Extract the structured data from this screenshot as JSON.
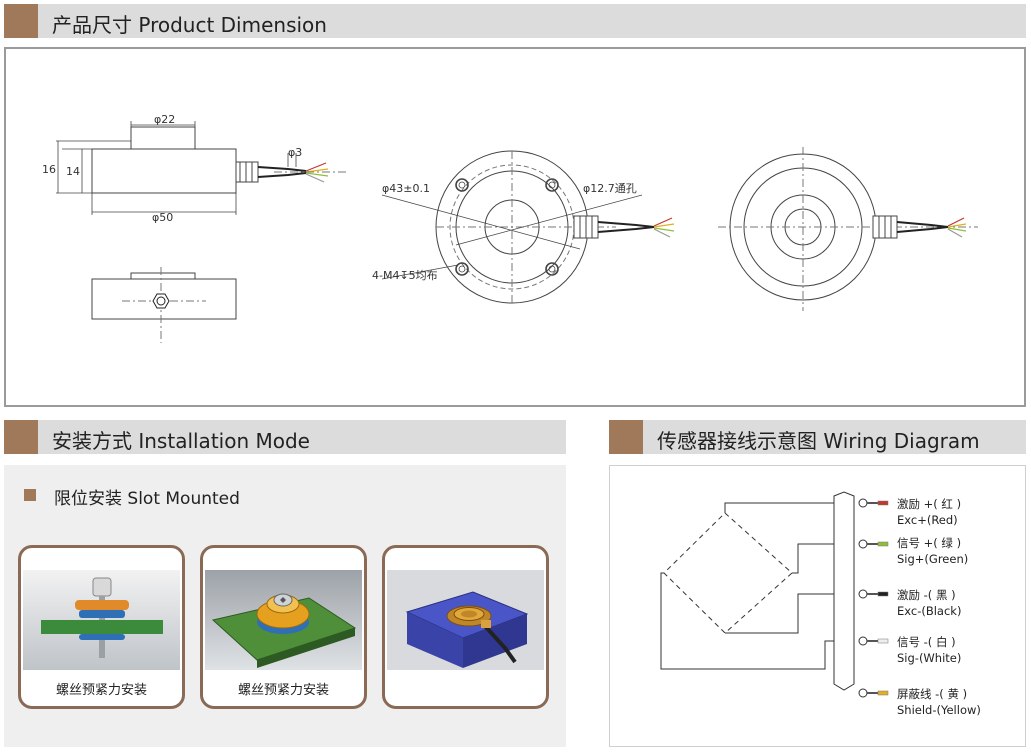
{
  "sections": {
    "dimension_title": "产品尺寸 Product Dimension",
    "install_title": "安装方式 Installation Mode",
    "wiring_title": "传感器接线示意图 Wiring Diagram"
  },
  "dimension": {
    "phi22": "φ22",
    "phi3": "φ3",
    "h16": "16",
    "h14": "14",
    "phi50": "φ50",
    "phi43": "φ43±0.1",
    "phi127": "φ12.7通孔",
    "m4": "4-M4↧5均布"
  },
  "install": {
    "subtitle": "限位安装 Slot Mounted",
    "cards": [
      {
        "caption": "螺丝预紧力安装"
      },
      {
        "caption": "螺丝预紧力安装"
      },
      {
        "caption": ""
      }
    ]
  },
  "wiring": {
    "wires": [
      {
        "cn": "激励 +( 红 )",
        "en": "Exc+(Red)",
        "color": "#c0392b"
      },
      {
        "cn": "信号 +( 绿 )",
        "en": "Sig+(Green)",
        "color": "#8fbf3a"
      },
      {
        "cn": "激励 -( 黑 )",
        "en": "Exc-(Black)",
        "color": "#222222"
      },
      {
        "cn": "信号 -( 白 )",
        "en": "Sig-(White)",
        "color": "#eeeeee"
      },
      {
        "cn": "屏蔽线 -( 黄 )",
        "en": "Shield-(Yellow)",
        "color": "#e0b020"
      }
    ]
  },
  "colors": {
    "accent": "#a0785a",
    "bar_gray": "#dcdcdc",
    "card_border": "#8a6a55"
  }
}
